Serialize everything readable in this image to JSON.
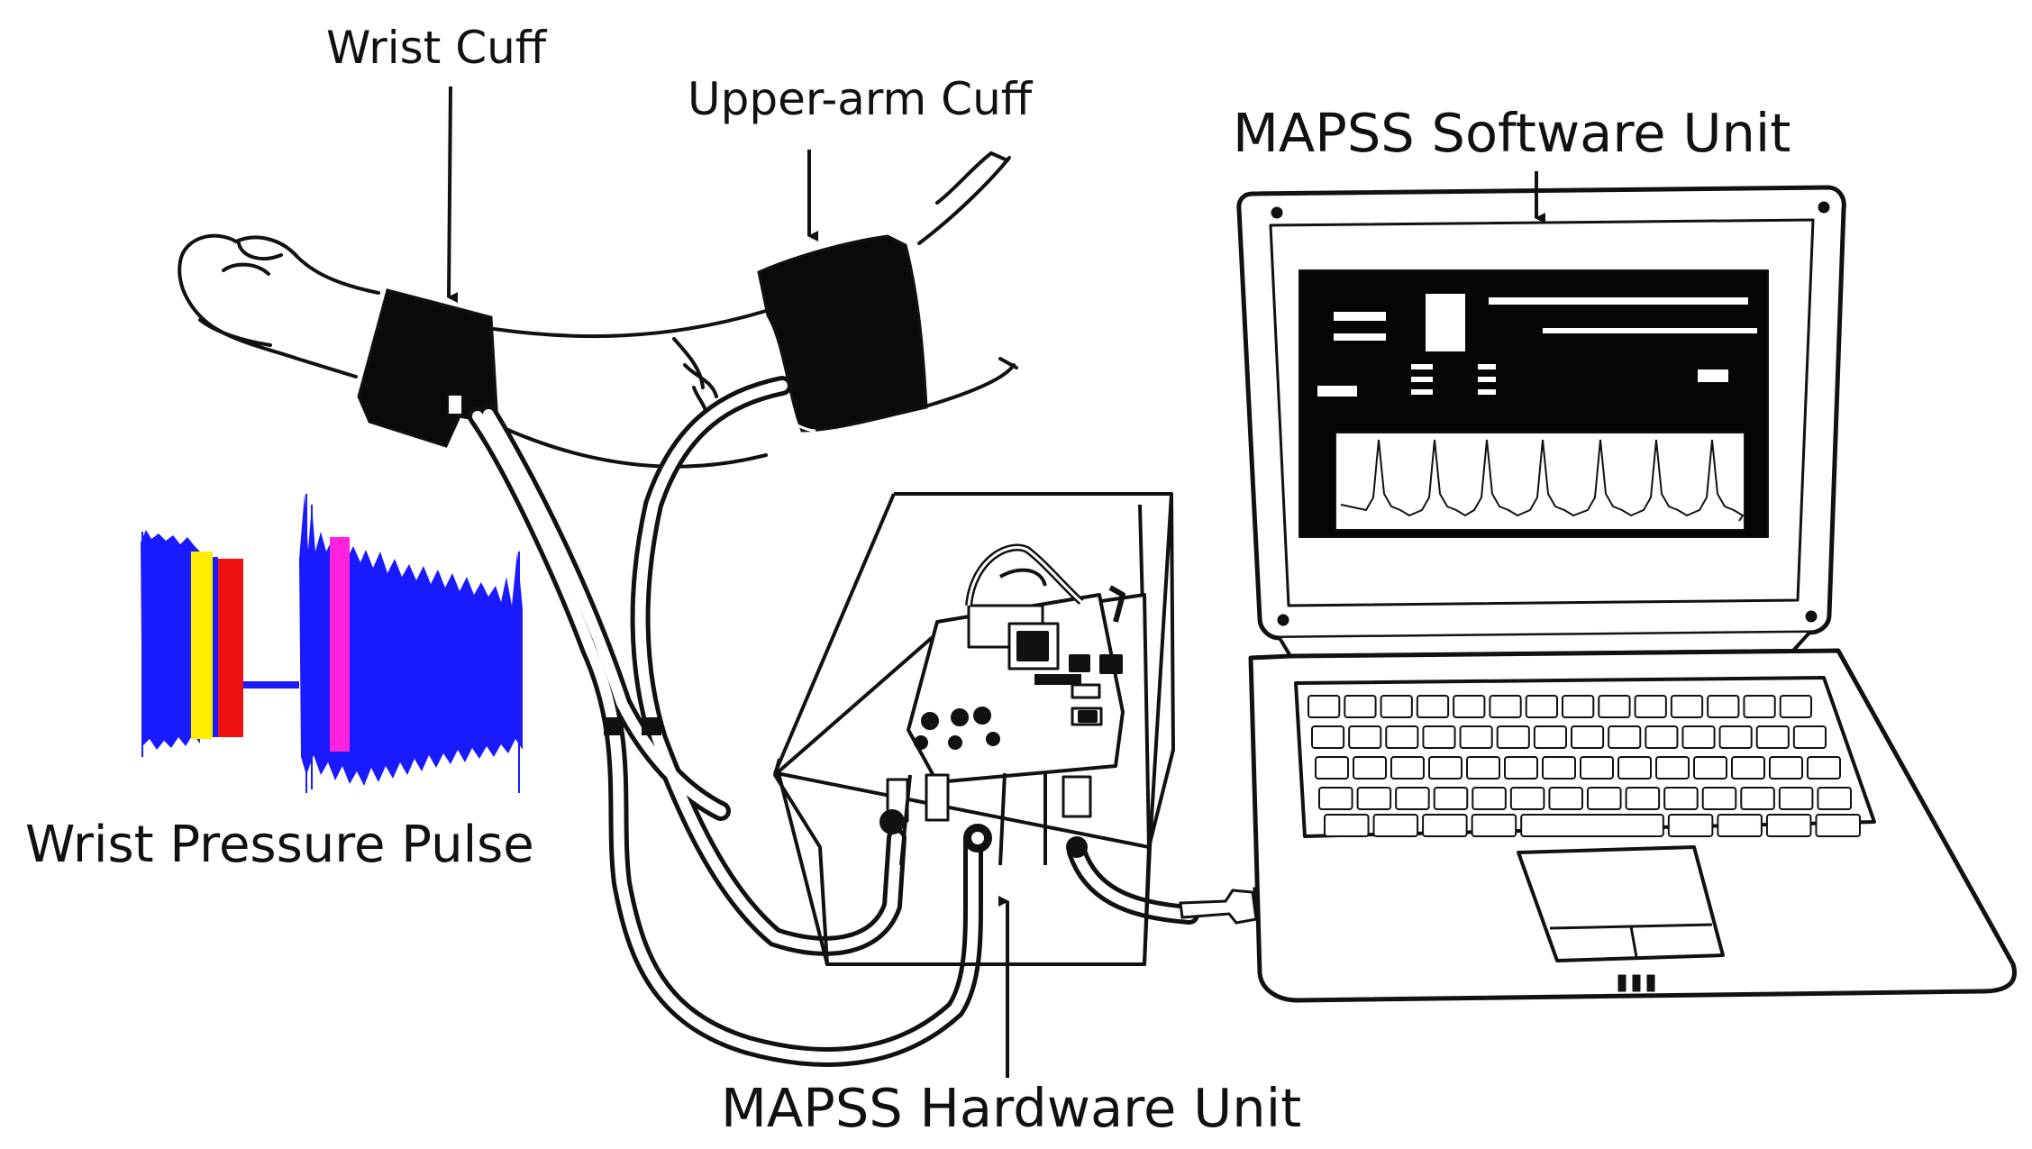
{
  "labels": {
    "wrist_cuff": "Wrist Cuff",
    "upper_arm_cuff": "Upper-arm Cuff",
    "software_unit": "MAPSS Software Unit",
    "wrist_pressure_pulse": "Wrist Pressure Pulse",
    "hardware_unit": "MAPSS Hardware Unit"
  },
  "icons": [
    "arm-illustration",
    "wrist-cuff-icon",
    "upper-arm-cuff-icon",
    "hardware-box-icon",
    "laptop-icon",
    "pressure-signal-plot",
    "usb-cable-icon",
    "air-tube-icon"
  ],
  "colors": {
    "line": "#111111",
    "cuff": "#0a0a0a",
    "pulse_blue": "#1a1aff",
    "pulse_yellow": "#ffee00",
    "pulse_red": "#ee1111",
    "pulse_magenta": "#ff22dd",
    "screen": "#050505"
  }
}
